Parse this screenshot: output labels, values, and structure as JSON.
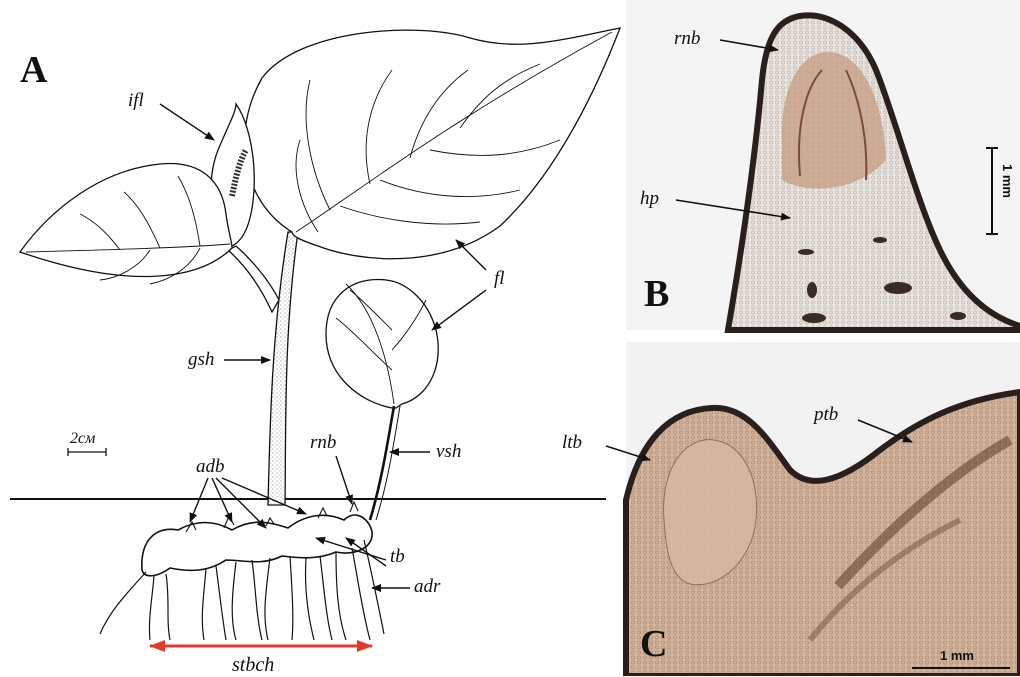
{
  "panels": {
    "a": "A",
    "b": "B",
    "c": "C"
  },
  "labels": {
    "ifl": "ifl",
    "fl": "fl",
    "gsh": "gsh",
    "rnb_a": "rnb",
    "vsh": "vsh",
    "adb": "adb",
    "tb": "tb",
    "adr": "adr",
    "stbch": "stbch",
    "rnb_b": "rnb",
    "hp": "hp",
    "ltb": "ltb",
    "ptb": "ptb"
  },
  "scales": {
    "a": "2см",
    "b": "1 mm",
    "c": "1 mm"
  },
  "colors": {
    "ink": "#111111",
    "red_arrow": "#e03a2a",
    "tissue_light": "#e6e0da",
    "tissue_warm": "#c7a78f",
    "tissue_dark": "#2a1f1c"
  }
}
